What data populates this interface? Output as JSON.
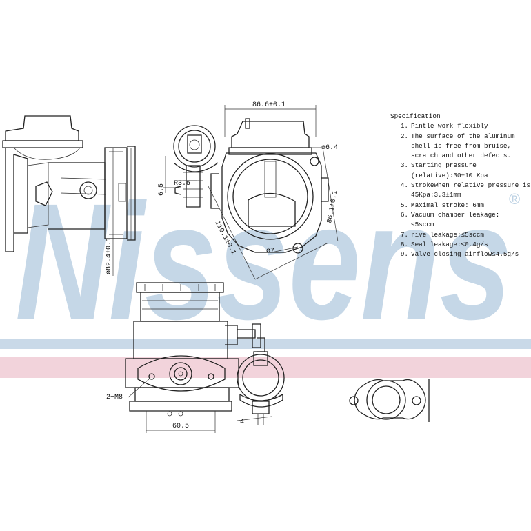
{
  "brand": {
    "watermark": "Nissens",
    "registered_mark": "®",
    "band_blue": "#c9d9e8",
    "band_pink": "#f2d3db",
    "watermark_color": "#bcd1e3"
  },
  "dimensions": {
    "top_width": "86.6±0.1",
    "hole_dia_top": "ø6.4",
    "radius": "R3.5",
    "height_small": "6.5",
    "diagonal": "110.1±0.1",
    "vertical_right": "86.1±0.1",
    "hole_dia_bottom": "ø7",
    "side_dia": "ø82.4±0.1",
    "bolt_thread": "2−M8",
    "bottom_width": "60.5",
    "small_label": "4"
  },
  "specification": {
    "title": "Specification",
    "items": [
      {
        "num": "1.",
        "lines": [
          "Pintle work flexibly"
        ]
      },
      {
        "num": "2.",
        "lines": [
          "The surface of the aluminum",
          "shell is free from bruise,",
          "scratch and other defects."
        ]
      },
      {
        "num": "3.",
        "lines": [
          "Starting pressure",
          "(relative):30±10 Kpa"
        ]
      },
      {
        "num": "4.",
        "lines": [
          "Strokewhen relative pressure is",
          "45Kpa:3.3±1mm"
        ]
      },
      {
        "num": "5.",
        "lines": [
          "Maximal stroke: 6mm"
        ]
      },
      {
        "num": "6.",
        "lines": [
          "Vacuum chamber leakage:",
          "≤5sccm"
        ]
      },
      {
        "num": "7.",
        "lines": [
          "rive leakage:≤5sccm"
        ]
      },
      {
        "num": "8.",
        "lines": [
          "Seal leakage:≤0.4g/s"
        ]
      },
      {
        "num": "9.",
        "lines": [
          "Valve closing airflow≤4.5g/s"
        ]
      }
    ]
  }
}
